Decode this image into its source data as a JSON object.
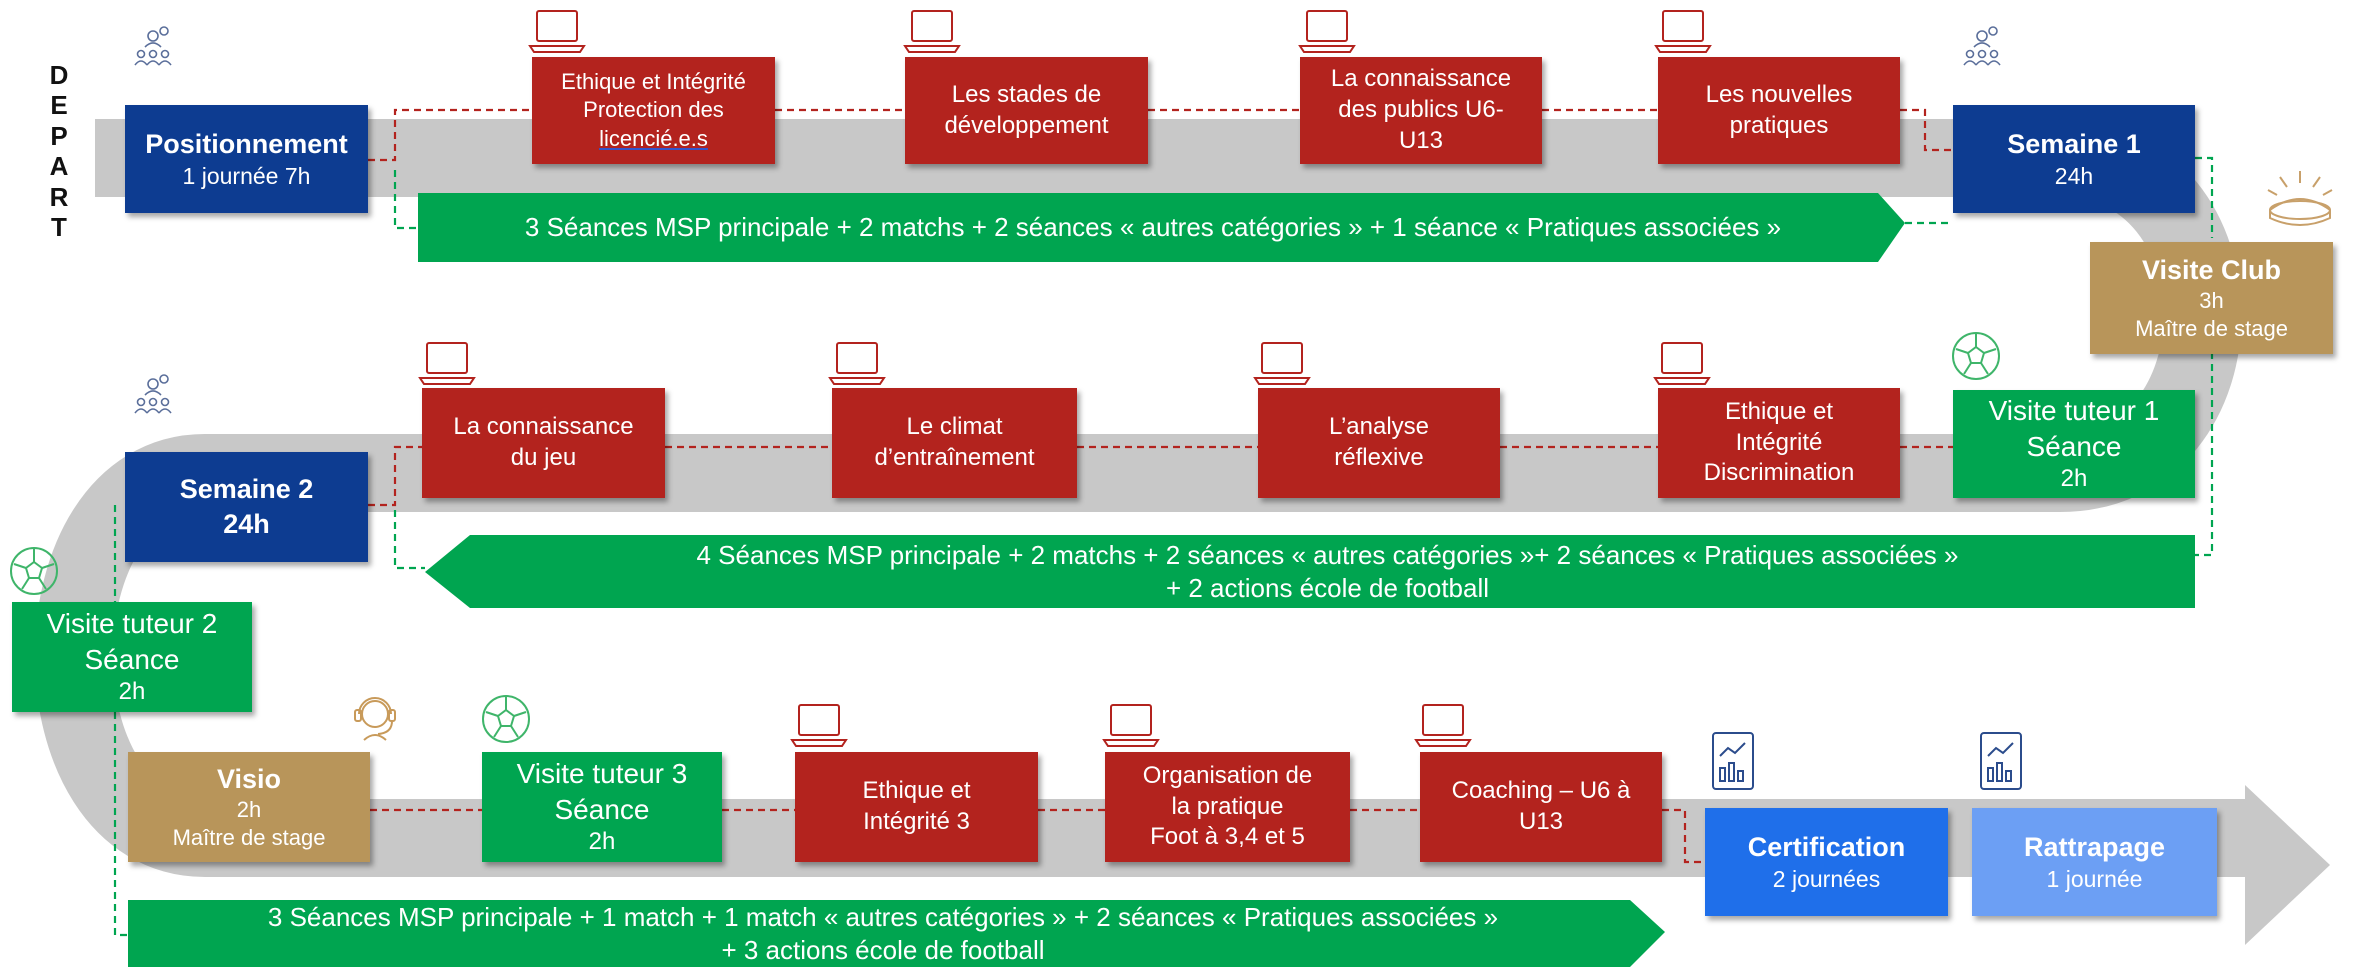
{
  "depart": [
    "D",
    "E",
    "P",
    "A",
    "R",
    "T"
  ],
  "colors": {
    "navy": "#0d3c91",
    "red": "#b3231e",
    "green": "#00a550",
    "tan": "#b8955a",
    "blue": "#1f6fea",
    "light_blue": "#6c9ff4",
    "track": "#c8c8c8"
  },
  "row1": {
    "start": {
      "title": "Positionnement",
      "sub": "1 journée 7h"
    },
    "modules": [
      {
        "lines": [
          "Ethique et Intégrité",
          "Protection des",
          "licencié.e.s"
        ]
      },
      {
        "lines": [
          "Les stades de",
          "développement"
        ]
      },
      {
        "lines": [
          "La connaissance",
          "des publics U6-",
          "U13"
        ]
      },
      {
        "lines": [
          "Les nouvelles",
          "pratiques"
        ]
      }
    ],
    "end": {
      "title": "Semaine 1",
      "sub": "24h"
    },
    "arrow": "3 Séances MSP principale + 2 matchs + 2 séances « autres catégories » + 1 séance « Pratiques associées »"
  },
  "visite_club": {
    "title": "Visite Club",
    "lines": [
      "3h",
      "Maître de stage"
    ]
  },
  "row2": {
    "start": {
      "title": "Semaine 2",
      "sub": "24h"
    },
    "modules": [
      {
        "lines": [
          "La connaissance",
          "du jeu"
        ]
      },
      {
        "lines": [
          "Le climat",
          "d’entraînement"
        ]
      },
      {
        "lines": [
          "L’analyse",
          "réflexive"
        ]
      },
      {
        "lines": [
          "Ethique et",
          "Intégrité",
          "Discrimination"
        ]
      }
    ],
    "tuteur": {
      "lines": [
        "Visite tuteur 1",
        "Séance",
        "2h"
      ]
    },
    "arrow": [
      "4 Séances MSP principale + 2 matchs + 2 séances « autres catégories »+ 2 séances «  Pratiques associées »",
      "+ 2 actions école de football"
    ]
  },
  "tuteur2": {
    "lines": [
      "Visite tuteur 2",
      "Séance",
      "2h"
    ]
  },
  "row3": {
    "visio": {
      "title": "Visio",
      "lines": [
        "2h",
        "Maître de stage"
      ]
    },
    "tuteur3": {
      "lines": [
        "Visite tuteur 3",
        "Séance",
        "2h"
      ]
    },
    "modules": [
      {
        "lines": [
          "Ethique et",
          "Intégrité 3"
        ]
      },
      {
        "lines": [
          "Organisation de",
          "la pratique",
          "Foot à 3,4 et 5"
        ]
      },
      {
        "lines": [
          "Coaching – U6 à",
          "U13"
        ]
      }
    ],
    "certification": {
      "title": "Certification",
      "sub": "2 journées"
    },
    "rattrapage": {
      "title": "Rattrapage",
      "sub": "1 journée"
    },
    "arrow": [
      "3 Séances MSP principale + 1 match + 1 match « autres catégories » + 2 séances «  Pratiques associées »",
      "+ 3 actions école de football"
    ]
  },
  "icons": {
    "laptop": "laptop-icon",
    "people": "team-meeting-icon",
    "ball": "soccer-ball-icon",
    "headset": "headset-icon",
    "chart": "chart-report-icon",
    "stadium": "stadium-icon"
  }
}
